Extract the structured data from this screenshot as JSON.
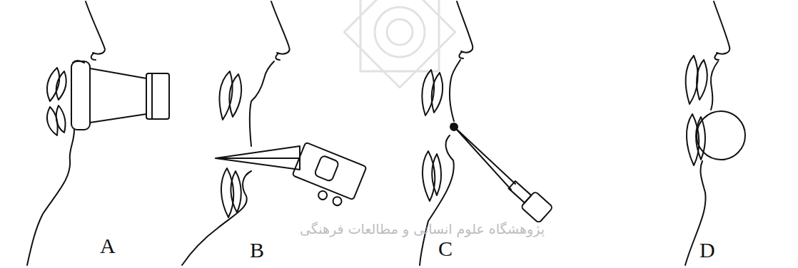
{
  "diagram": {
    "labels": [
      "A",
      "B",
      "C",
      "D",
      "پژوهشگاه علوم انسانی و مطالعات فرهنگی"
    ]
  }
}
